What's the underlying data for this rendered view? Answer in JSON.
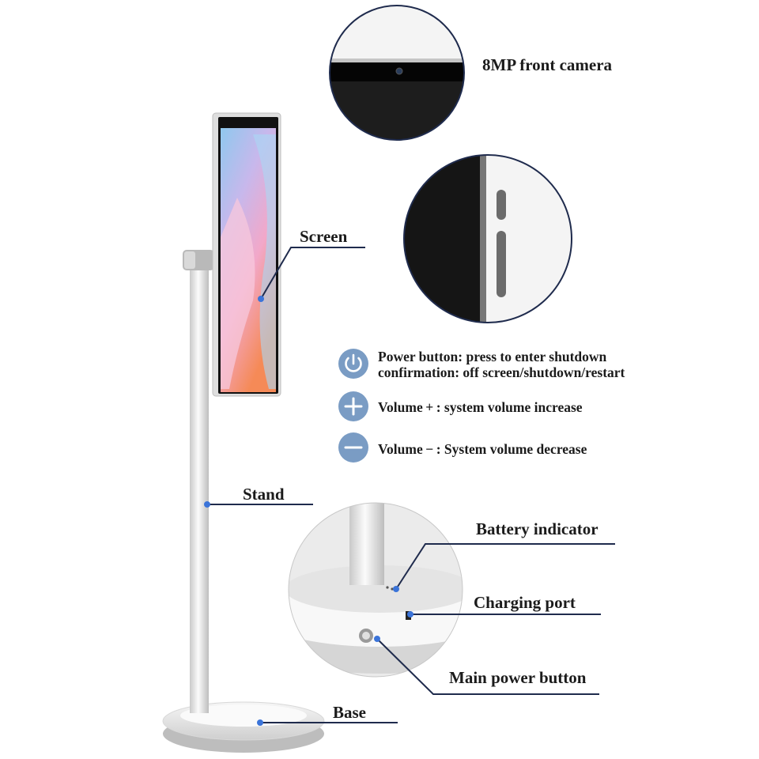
{
  "callouts": {
    "front_camera": "8MP front camera",
    "screen": "Screen",
    "stand": "Stand",
    "base": "Base",
    "battery_indicator": "Battery indicator",
    "charging_port": "Charging port",
    "main_power_button": "Main power button"
  },
  "features": [
    {
      "icon": "power-icon",
      "lines": [
        "Power button: press to enter shutdown",
        "confirmation: off screen/shutdown/restart"
      ]
    },
    {
      "icon": "plus-icon",
      "lines": [
        "Volume + : system volume increase"
      ]
    },
    {
      "icon": "minus-icon",
      "lines": [
        "Volume − : System volume decrease"
      ]
    }
  ],
  "colors": {
    "leader_line": "#1f2b4d",
    "leader_dot": "#3b74d9",
    "feature_icon": "#7a9cc4"
  }
}
